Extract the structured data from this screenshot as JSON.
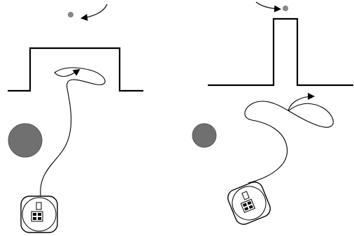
{
  "colors": {
    "background": "#ffffff",
    "line": "#000000",
    "obstacle_fill": "#707070",
    "obstacle_stroke": "#5a5a5a",
    "target_fill": "#8a8a8a",
    "robot_body": "#ffffff"
  },
  "panels": [
    {
      "name": "left-scenario",
      "wall_shape": "wide-opening",
      "target_marker": "small-dot",
      "obstacle": "circle",
      "robot": "rounded-square-robot",
      "trajectory": "figure-eight-loop"
    },
    {
      "name": "right-scenario",
      "wall_shape": "narrow-opening",
      "target_marker": "small-dot",
      "obstacle": "circle",
      "robot": "rounded-square-robot",
      "trajectory": "figure-eight-loop"
    }
  ],
  "icons": [
    "target-dot-icon",
    "curved-arrow-icon",
    "robot-icon",
    "obstacle-circle-icon"
  ]
}
